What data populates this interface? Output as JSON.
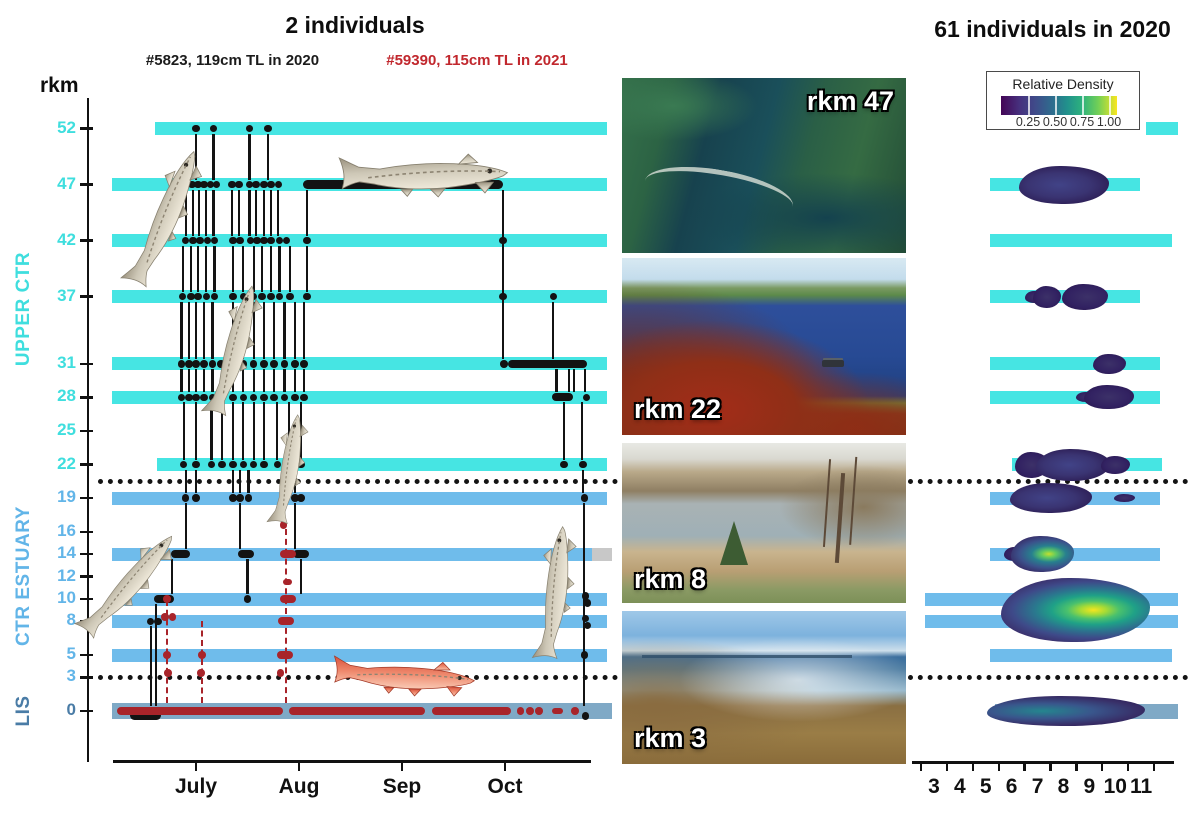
{
  "left_panel": {
    "title": "2 individuals",
    "fish_legend": [
      {
        "label": "#5823, 119cm TL in 2020",
        "color": "#1b1b1b"
      },
      {
        "label": "#59390, 115cm TL in 2021",
        "color": "#c1272d"
      }
    ],
    "y_axis_title": "rkm",
    "region_labels": [
      {
        "label": "UPPER CTR",
        "color": "#3fdede"
      },
      {
        "label": "CTR ESTUARY",
        "color": "#62b5e8"
      },
      {
        "label": "LIS",
        "color": "#4a7ca6"
      }
    ]
  },
  "right_panel": {
    "title": "61 individuals in 2020",
    "legend": {
      "title": "Relative Density",
      "ticks": [
        "0.25",
        "0.50",
        "0.75",
        "1.00"
      ]
    }
  },
  "photos": [
    {
      "label": "rkm 47"
    },
    {
      "label": "rkm 22"
    },
    {
      "label": "rkm 8"
    },
    {
      "label": "rkm 3"
    }
  ],
  "colors": {
    "cyan": "#46e5e3",
    "blue": "#6fbceb",
    "steel": "#7fa9c6",
    "grey": "#c8c8c8",
    "black_fish": "#131313",
    "red_fish": "#a8242a",
    "label_cyan": "#3fdede",
    "label_blue": "#62b5e8",
    "label_steel": "#4a7ca6"
  },
  "chart_data": [
    {
      "type": "scatter",
      "panel": "left",
      "title": "2 individuals",
      "x_axis": {
        "ticks": [
          {
            "m": 7,
            "label": "July"
          },
          {
            "m": 8,
            "label": "Aug"
          },
          {
            "m": 9,
            "label": "Sep"
          },
          {
            "m": 10,
            "label": "Oct"
          }
        ],
        "range_months": [
          6.2,
          11
        ]
      },
      "y_axis": {
        "label": "rkm",
        "ticks": [
          52,
          47,
          42,
          37,
          31,
          28,
          25,
          22,
          19,
          16,
          14,
          12,
          10,
          8,
          5,
          3,
          0
        ]
      },
      "bands": [
        {
          "rkm": 52,
          "x0": 155,
          "x1": 607,
          "c": "cyan"
        },
        {
          "rkm": 47,
          "x0": 112,
          "x1": 607,
          "c": "cyan"
        },
        {
          "rkm": 42,
          "x0": 112,
          "x1": 607,
          "c": "cyan"
        },
        {
          "rkm": 37,
          "x0": 112,
          "x1": 607,
          "c": "cyan"
        },
        {
          "rkm": 31,
          "x0": 112,
          "x1": 607,
          "c": "cyan"
        },
        {
          "rkm": 28,
          "x0": 112,
          "x1": 607,
          "c": "cyan"
        },
        {
          "rkm": 22,
          "x0": 157,
          "x1": 607,
          "c": "cyan"
        },
        {
          "rkm": 19,
          "x0": 112,
          "x1": 607,
          "c": "blue"
        },
        {
          "rkm": 14,
          "x0": 112,
          "x1": 592,
          "c": "blue"
        },
        {
          "rkm": 14,
          "x0": 592,
          "x1": 612,
          "c": "grey"
        },
        {
          "rkm": 10,
          "x0": 112,
          "x1": 607,
          "c": "blue"
        },
        {
          "rkm": 8,
          "x0": 112,
          "x1": 607,
          "c": "blue"
        },
        {
          "rkm": 5,
          "x0": 112,
          "x1": 607,
          "c": "blue"
        },
        {
          "rkm": 0,
          "x0": 112,
          "x1": 612,
          "c": "steel",
          "h": 16
        }
      ],
      "dotted_y": [
        481,
        677
      ],
      "series": [
        {
          "name": "#5823, 119cm TL in 2020",
          "color": "#131313",
          "marks": [
            {
              "rkm": 52,
              "dots": [
                7,
                7.17,
                7.52,
                7.7
              ]
            },
            {
              "rkm": 47,
              "dots": [
                6.9,
                6.96,
                7.02,
                7.08,
                7.14,
                7.2,
                7.35,
                7.42,
                7.52,
                7.58,
                7.66,
                7.73,
                7.8
              ]
            },
            {
              "rkm": 47,
              "bar": [
                8.04,
                9.98
              ],
              "h": 9
            },
            {
              "rkm": 42,
              "dots": [
                6.9,
                6.97,
                7.04,
                7.11,
                7.18,
                7.36,
                7.43,
                7.53,
                7.59,
                7.66,
                7.73,
                7.81,
                7.88,
                8.08,
                9.98
              ]
            },
            {
              "rkm": 37,
              "dots": [
                6.87,
                6.95,
                7.02,
                7.1,
                7.18,
                7.36,
                7.46,
                7.56,
                7.64,
                7.73,
                7.81,
                7.91,
                8.08,
                9.98,
                10.47
              ]
            },
            {
              "rkm": 31,
              "dots": [
                6.86,
                6.93,
                7,
                7.08,
                7.16,
                7.24,
                7.36,
                7.46,
                7.56,
                7.66,
                7.76,
                7.86,
                7.96,
                8.05,
                9.99
              ]
            },
            {
              "rkm": 31,
              "bar": [
                10.03,
                10.8
              ],
              "h": 8
            },
            {
              "rkm": 28,
              "dots": [
                6.86,
                6.93,
                7,
                7.08,
                7.16,
                7.36,
                7.46,
                7.56,
                7.66,
                7.76,
                7.86,
                7.96,
                8.05,
                10.79
              ]
            },
            {
              "rkm": 28,
              "bar": [
                10.46,
                10.66
              ],
              "h": 8
            },
            {
              "rkm": 22,
              "dots": [
                6.88,
                7,
                7.15,
                7.25,
                7.36,
                7.46,
                7.56,
                7.66,
                7.79,
                7.9,
                8.02,
                10.57,
                10.76
              ]
            },
            {
              "rkm": 19,
              "dots": [
                6.9,
                7,
                7.36,
                7.43,
                7.51,
                7.96,
                8.02,
                10.77
              ]
            },
            {
              "rkm": 14,
              "bar": [
                6.76,
                6.94
              ],
              "h": 8
            },
            {
              "rkm": 14,
              "bar": [
                7.41,
                7.56
              ],
              "h": 8
            },
            {
              "rkm": 14,
              "bar": [
                7.94,
                8.1
              ],
              "h": 8
            },
            {
              "rkm": 10,
              "bar": [
                6.59,
                6.79
              ],
              "h": 8
            },
            {
              "rkm": 10,
              "dots": [
                7.5
              ]
            },
            {
              "rkm": 10,
              "dots": [
                10.78
              ],
              "dy": -3
            },
            {
              "rkm": 10,
              "dots": [
                10.8
              ],
              "dy": 4
            },
            {
              "rkm": 8,
              "dots": [
                6.56,
                6.63
              ]
            },
            {
              "rkm": 8,
              "dots": [
                10.78
              ],
              "dy": -3
            },
            {
              "rkm": 8,
              "dots": [
                10.8
              ],
              "dy": 4
            },
            {
              "rkm": 5,
              "dots": [
                10.77
              ]
            },
            {
              "rkm": 0,
              "bar": [
                6.36,
                6.66
              ],
              "h": 9,
              "dy": 4
            },
            {
              "rkm": 0,
              "dots": [
                10.78
              ],
              "dy": 5
            }
          ]
        },
        {
          "name": "#59390, 115cm TL in 2021",
          "color": "#a8242a",
          "marks": [
            {
              "rkm": 16.6,
              "dots": [
                7.85
              ]
            },
            {
              "rkm": 14,
              "bar": [
                7.82,
                7.97
              ],
              "h": 8
            },
            {
              "rkm": 11.5,
              "bar": [
                7.84,
                7.93
              ],
              "h": 6
            },
            {
              "rkm": 10,
              "dots": [
                6.72
              ]
            },
            {
              "rkm": 10,
              "bar": [
                7.82,
                7.97
              ],
              "h": 8
            },
            {
              "rkm": 8.4,
              "dots": [
                6.7,
                6.77
              ]
            },
            {
              "rkm": 8,
              "bar": [
                7.8,
                7.95
              ],
              "h": 8
            },
            {
              "rkm": 5,
              "dots": [
                6.72,
                7.06
              ]
            },
            {
              "rkm": 5,
              "bar": [
                7.79,
                7.94
              ],
              "h": 8
            },
            {
              "rkm": 3.4,
              "dots": [
                6.73,
                7.05,
                7.82
              ]
            },
            {
              "rkm": 0,
              "bar": [
                6.23,
                7.84
              ],
              "h": 8
            },
            {
              "rkm": 0,
              "bar": [
                7.9,
                9.22
              ],
              "h": 8
            },
            {
              "rkm": 0,
              "bar": [
                9.29,
                10.06
              ],
              "h": 8
            },
            {
              "rkm": 0,
              "dots": [
                10.15,
                10.24,
                10.33,
                10.68
              ]
            },
            {
              "rkm": 0,
              "bar": [
                10.46,
                10.56
              ],
              "h": 6
            }
          ]
        }
      ],
      "connectors": [
        {
          "r0": 52,
          "r1": 47,
          "ms": [
            7,
            7.17,
            7.52,
            7.7
          ]
        },
        {
          "r0": 47,
          "r1": 42,
          "ms": [
            6.9,
            6.97,
            7.03,
            7.1,
            7.17,
            7.35,
            7.42,
            7.52,
            7.58,
            7.66,
            7.73,
            7.8,
            8.08
          ]
        },
        {
          "r0": 42,
          "r1": 37,
          "ms": [
            6.87,
            6.95,
            7.02,
            7.1,
            7.18,
            7.36,
            7.46,
            7.56,
            7.64,
            7.73,
            7.81,
            7.91,
            8.08
          ]
        },
        {
          "r0": 37,
          "r1": 31,
          "ms": [
            6.86,
            6.93,
            7,
            7.08,
            7.16,
            7.36,
            7.46,
            7.56,
            7.66,
            7.76,
            7.86,
            7.96,
            8.05
          ]
        },
        {
          "r0": 31,
          "r1": 28,
          "ms": [
            6.86,
            6.93,
            7,
            7.08,
            7.16,
            7.36,
            7.46,
            7.56,
            7.66,
            7.76,
            7.86,
            7.96,
            8.05
          ]
        },
        {
          "r0": 28,
          "r1": 22,
          "ms": [
            6.88,
            7,
            7.15,
            7.25,
            7.36,
            7.46,
            7.56,
            7.66,
            7.79,
            7.9,
            8.02
          ]
        },
        {
          "r0": 22,
          "r1": 19,
          "ms": [
            6.9,
            7,
            7.36,
            7.43,
            7.51,
            7.96
          ]
        },
        {
          "r0": 19,
          "r1": 14,
          "ms": [
            6.9,
            7.43,
            7.96
          ]
        },
        {
          "r0": 14,
          "r1": 10,
          "ms": [
            6.77,
            7.5,
            8.02
          ]
        },
        {
          "r0": 10,
          "r1": 0,
          "ms": [
            6.61
          ]
        },
        {
          "r0": 8,
          "r1": 0,
          "ms": [
            6.56
          ]
        },
        {
          "r0": 47,
          "r1": 31,
          "ms": [
            9.98
          ]
        },
        {
          "r0": 37,
          "r1": 31,
          "ms": [
            10.47
          ]
        },
        {
          "r0": 31,
          "r1": 28,
          "ms": [
            10.5,
            10.62,
            10.67,
            10.78
          ]
        },
        {
          "r0": 28,
          "r1": 22,
          "ms": [
            10.57,
            10.75
          ]
        },
        {
          "r0": 22,
          "r1": 19,
          "ms": [
            10.76
          ]
        },
        {
          "r0": 19,
          "r1": 0,
          "ms": [
            10.77
          ]
        }
      ],
      "red_connectors": [
        {
          "m": 6.72,
          "r0": 10.3,
          "r1": 0.4
        },
        {
          "m": 7.06,
          "r0": 8.4,
          "r1": 0.4
        },
        {
          "m": 7.87,
          "r0": 16.6,
          "r1": 0.4
        }
      ]
    },
    {
      "type": "heatmap",
      "panel": "right",
      "title": "61 individuals in 2020",
      "colorbar": {
        "title": "Relative Density",
        "ticks": [
          0.25,
          0.5,
          0.75,
          1
        ]
      },
      "x_axis": {
        "ticks_months": [
          3,
          4,
          5,
          6,
          7,
          8,
          9,
          10,
          11
        ]
      },
      "bands": [
        {
          "rkm": 52,
          "x0": 1146,
          "x1": 1178,
          "c": "cyan"
        },
        {
          "rkm": 47,
          "x0": 990,
          "x1": 1140,
          "c": "cyan"
        },
        {
          "rkm": 42,
          "x0": 990,
          "x1": 1172,
          "c": "cyan"
        },
        {
          "rkm": 37,
          "x0": 990,
          "x1": 1140,
          "c": "cyan"
        },
        {
          "rkm": 31,
          "x0": 990,
          "x1": 1160,
          "c": "cyan"
        },
        {
          "rkm": 28,
          "x0": 990,
          "x1": 1160,
          "c": "cyan"
        },
        {
          "rkm": 22,
          "x0": 1012,
          "x1": 1162,
          "c": "cyan"
        },
        {
          "rkm": 19,
          "x0": 990,
          "x1": 1160,
          "c": "blue"
        },
        {
          "rkm": 14,
          "x0": 990,
          "x1": 1160,
          "c": "blue"
        },
        {
          "rkm": 10,
          "x0": 925,
          "x1": 1178,
          "c": "blue"
        },
        {
          "rkm": 8,
          "x0": 925,
          "x1": 1178,
          "c": "blue"
        },
        {
          "rkm": 5,
          "x0": 990,
          "x1": 1172,
          "c": "blue"
        },
        {
          "rkm": 0,
          "x0": 995,
          "x1": 1178,
          "c": "steel",
          "h": 15
        }
      ],
      "dotted_y": [
        481,
        677
      ],
      "blobs": [
        {
          "rkm": 47,
          "m0": 7.1,
          "m1": 9.95,
          "h": 38,
          "peak": 0.35,
          "cx": 0.45
        },
        {
          "rkm": 37,
          "m0": 7.33,
          "m1": 7.48,
          "h": 12,
          "peak": 0.1,
          "cx": 0.5
        },
        {
          "rkm": 37,
          "m0": 7.62,
          "m1": 8.1,
          "h": 22,
          "peak": 0.15,
          "cx": 0.5
        },
        {
          "rkm": 37,
          "m0": 8.75,
          "m1": 9.9,
          "h": 26,
          "peak": 0.2,
          "cx": 0.55
        },
        {
          "rkm": 31,
          "m0": 9.95,
          "m1": 10.6,
          "h": 20,
          "peak": 0.15,
          "cx": 0.5
        },
        {
          "rkm": 28,
          "m0": 9.3,
          "m1": 9.5,
          "h": 10,
          "peak": 0.1,
          "cx": 0.5
        },
        {
          "rkm": 28,
          "m0": 9.6,
          "m1": 10.9,
          "h": 24,
          "peak": 0.2,
          "cx": 0.5
        },
        {
          "rkm": 22,
          "m0": 6.95,
          "m1": 7.65,
          "h": 26,
          "peak": 0.2,
          "cx": 0.5
        },
        {
          "rkm": 22,
          "m0": 7.75,
          "m1": 10,
          "h": 32,
          "peak": 0.3,
          "cx": 0.45
        },
        {
          "rkm": 22,
          "m0": 10.25,
          "m1": 10.75,
          "h": 18,
          "peak": 0.12,
          "cx": 0.5
        },
        {
          "rkm": 19,
          "m0": 6.75,
          "m1": 9.3,
          "h": 30,
          "peak": 0.3,
          "cx": 0.45
        },
        {
          "rkm": 19,
          "m0": 10.75,
          "m1": 10.95,
          "h": 8,
          "peak": 0.05,
          "cx": 0.5
        },
        {
          "rkm": 14,
          "m0": 6.5,
          "m1": 6.75,
          "h": 14,
          "peak": 0.15,
          "cx": 0.5
        },
        {
          "rkm": 14,
          "m0": 6.8,
          "m1": 8.6,
          "h": 36,
          "peak": 0.8,
          "cx": 0.6
        },
        {
          "rkm": 9,
          "m0": 6.4,
          "m1": 11.55,
          "h": 64,
          "peak": 1,
          "cx": 0.62
        },
        {
          "rkm": 0,
          "m0": 5.85,
          "m1": 11.35,
          "h": 30,
          "peak": 0.6,
          "cx": 0.35
        }
      ]
    }
  ]
}
